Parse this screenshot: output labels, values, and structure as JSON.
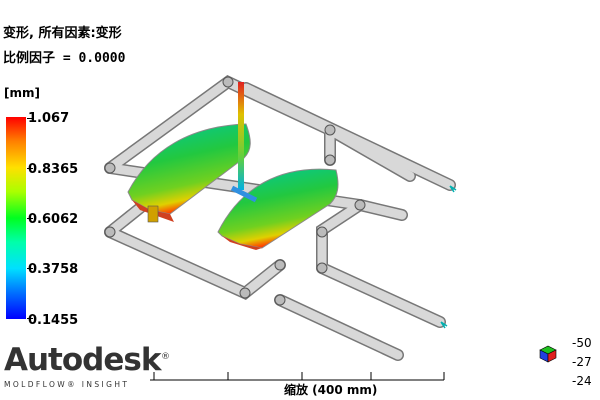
{
  "header": {
    "title": "变形, 所有因素:变形",
    "scale_factor": "比例因子 = 0.0000"
  },
  "legend": {
    "unit": "[mm]",
    "values": [
      "1.067",
      "0.8365",
      "0.6062",
      "0.3758",
      "0.1455"
    ],
    "max_color": "#ff0000",
    "min_color": "#0000ff"
  },
  "scalebar": {
    "label": "缩放 (400 mm)"
  },
  "brand": {
    "name": "Autodesk",
    "registered": "®",
    "product": "MOLDFLOW® INSIGHT"
  },
  "orientation": {
    "values": [
      "-50",
      "-27",
      "-24"
    ]
  }
}
